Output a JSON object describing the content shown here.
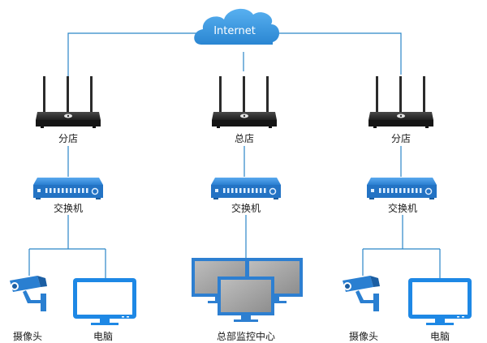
{
  "cloud_label": "Internet",
  "routers": [
    {
      "label": "分店"
    },
    {
      "label": "总店"
    },
    {
      "label": "分店"
    }
  ],
  "switches": [
    {
      "label": "交换机"
    },
    {
      "label": "交换机"
    },
    {
      "label": "交换机"
    }
  ],
  "endpoints": {
    "left_camera": "摄像头",
    "left_pc": "电脑",
    "center_monitors": "总部监控中心",
    "right_camera": "摄像头",
    "right_pc": "电脑"
  },
  "colors": {
    "link_line": "#2b86c7",
    "cloud_fill": "#2f8fd8",
    "router_body": "#2c2c2c",
    "switch_body": "#2a7fd1",
    "monitor_frame": "#1e88e5",
    "monitor_screen": "#ffffff",
    "wall_monitor_frame": "#2d7fd1",
    "wall_monitor_screen": "#a3a3a3",
    "camera": "#2a7fd1"
  }
}
